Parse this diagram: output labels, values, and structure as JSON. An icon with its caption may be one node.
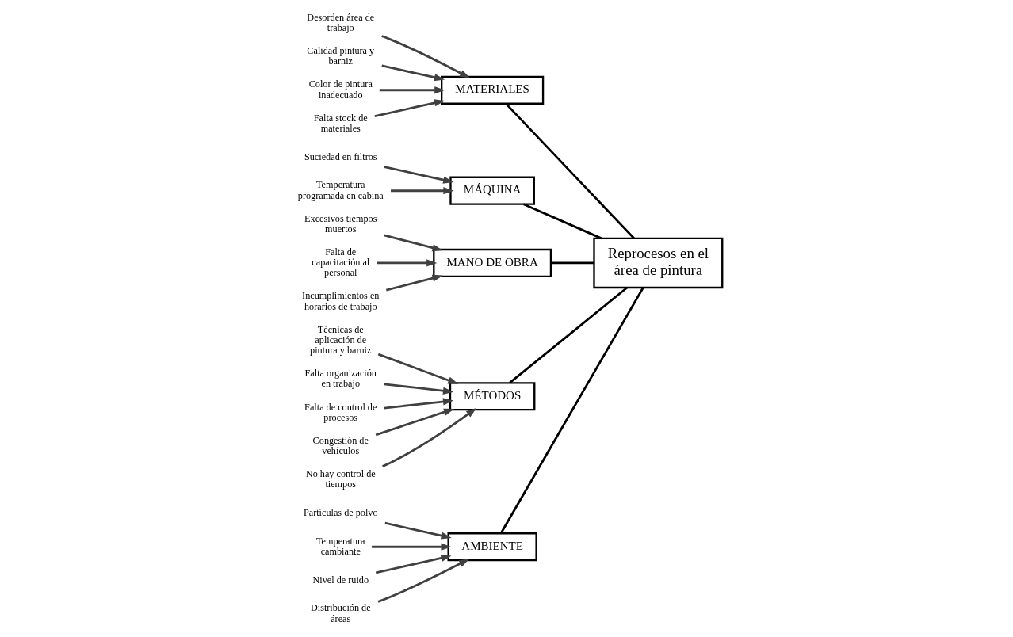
{
  "diagram": {
    "nodes": [
      {
        "text": [
          "AMBIENTE"
        ]
      },
      {
        "text": [
          "MATERIALES"
        ]
      },
      {
        "text": [
          "MÁQUINA"
        ]
      },
      {
        "text": [
          "Reprocesos en el área de pintura"
        ]
      },
      {
        "text": [
          "MANO DE OBRA"
        ]
      },
      {
        "text": [
          "MÉTODOS"
        ]
      },
      {
        "text": [
          "Partículas de polvo"
        ]
      },
      {
        "text": [
          "Temperatura cambiante"
        ]
      },
      {
        "text": [
          "Nivel de ruido"
        ]
      },
      {
        "text": [
          "Distribución de áreas"
        ]
      },
      {
        "text": [
          "Desorden área de trabajo"
        ]
      },
      {
        "text": [
          "Calidad pintura y barniz"
        ]
      },
      {
        "text": [
          "Color de pintura inadecuado"
        ]
      },
      {
        "text": [
          "Falta stock de materiales"
        ]
      },
      {
        "text": [
          "Suciedad en filtros"
        ]
      },
      {
        "text": [
          "Temperatura programada en cabina"
        ]
      },
      {
        "text": [
          "Excesivos tiempos muertos"
        ]
      },
      {
        "text": [
          "Falta de capacitación al personal"
        ]
      },
      {
        "text": [
          "Incumplimientos en horarios de trabajo"
        ]
      },
      {
        "text": [
          "Técnicas de aplicación de pintura y barniz"
        ]
      },
      {
        "text": [
          "Falta organización en trabajo"
        ]
      },
      {
        "text": [
          "Falta de control de procesos"
        ]
      },
      {
        "text": [
          "Congestión de vehículos"
        ]
      },
      {
        "text": [
          "No hay control de tiempos"
        ]
      }
    ],
    "edges": [
      {
        "from": 6,
        "to": 0,
        "arrow": "to"
      },
      {
        "from": 7,
        "to": 0,
        "arrow": "to"
      },
      {
        "from": 8,
        "to": 0,
        "arrow": "to"
      },
      {
        "from": 9,
        "to": 0,
        "arrow": "to"
      },
      {
        "from": 10,
        "to": 1,
        "arrow": "to"
      },
      {
        "from": 11,
        "to": 1,
        "arrow": "to"
      },
      {
        "from": 12,
        "to": 1,
        "arrow": "to"
      },
      {
        "from": 13,
        "to": 1,
        "arrow": "to"
      },
      {
        "from": 14,
        "to": 2,
        "arrow": "to"
      },
      {
        "from": 15,
        "to": 2,
        "arrow": "to"
      },
      {
        "from": 16,
        "to": 4,
        "arrow": "to"
      },
      {
        "from": 17,
        "to": 4,
        "arrow": "to"
      },
      {
        "from": 18,
        "to": 4,
        "arrow": "to"
      },
      {
        "from": 19,
        "to": 5,
        "arrow": "to"
      },
      {
        "from": 20,
        "to": 5,
        "arrow": "to"
      },
      {
        "from": 21,
        "to": 5,
        "arrow": "to"
      },
      {
        "from": 22,
        "to": 5,
        "arrow": "to"
      },
      {
        "from": 23,
        "to": 5,
        "arrow": "to"
      },
      {
        "from": 0,
        "to": 3,
        "arrow": "none",
        "color": "#000000"
      },
      {
        "from": 1,
        "to": 3,
        "arrow": "none",
        "color": "#000000"
      },
      {
        "from": 2,
        "to": 3,
        "arrow": "none",
        "color": "#000000"
      },
      {
        "from": 4,
        "to": 3,
        "arrow": "none",
        "color": "#000000"
      },
      {
        "from": 5,
        "to": 3,
        "arrow": "none",
        "color": "#000000"
      }
    ]
  }
}
